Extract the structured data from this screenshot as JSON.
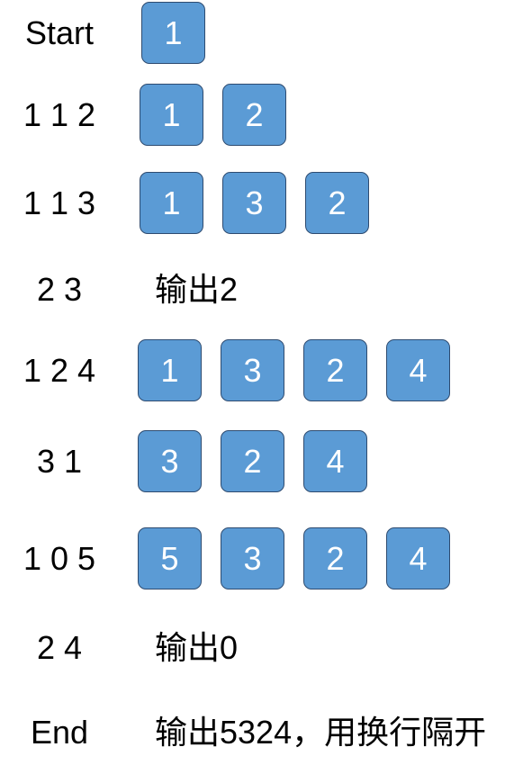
{
  "rows": [
    {
      "label": "Start",
      "boxes": [
        "1"
      ]
    },
    {
      "label": "1 1 2",
      "boxes": [
        "1",
        "2"
      ]
    },
    {
      "label": "1 1 3",
      "boxes": [
        "1",
        "3",
        "2"
      ]
    },
    {
      "label": "2 3",
      "output": "输出2"
    },
    {
      "label": "1 2 4",
      "boxes": [
        "1",
        "3",
        "2",
        "4"
      ]
    },
    {
      "label": "3 1",
      "boxes": [
        "3",
        "2",
        "4"
      ]
    },
    {
      "label": "1 0 5",
      "boxes": [
        "5",
        "3",
        "2",
        "4"
      ]
    },
    {
      "label": "2 4",
      "output": "输出0"
    },
    {
      "label": "End",
      "output": "输出5324，用换行隔开"
    }
  ],
  "colors": {
    "node_fill": "#5b9bd5",
    "node_border": "#2e4b70",
    "node_text": "#ffffff",
    "text": "#000000"
  }
}
